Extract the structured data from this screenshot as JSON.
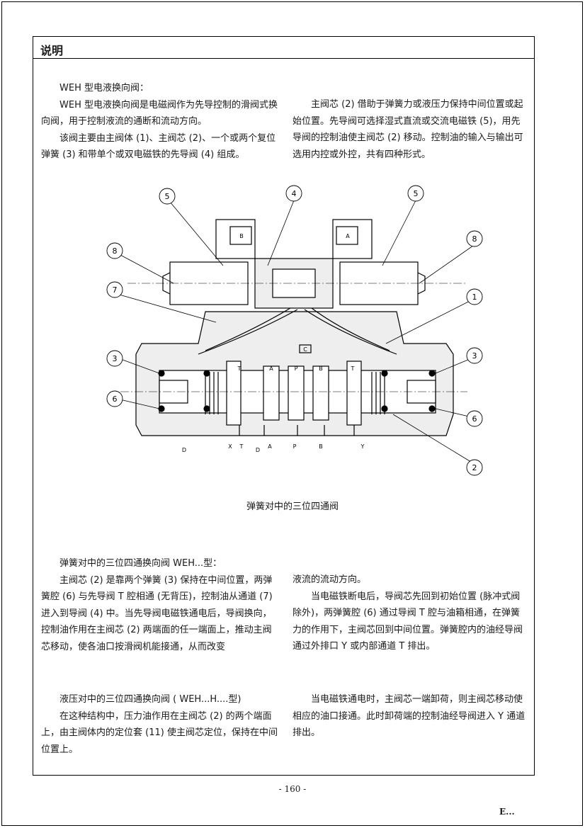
{
  "page": {
    "section_title": "说明",
    "page_number": "- 160 -",
    "corner_mark": "E..."
  },
  "intro": {
    "heading": "WEH 型电液换向阀：",
    "left_p1": "WEH 型电液换向阀是电磁阀作为先导控制的滑阀式换向阀，用于控制液流的通断和流动方向。",
    "left_p2": "该阀主要由主阀体 (1)、主阀芯 (2)、一个或两个复位弹簧 (3) 和带单个或双电磁铁的先导阀 (4) 组成。",
    "right_p1": "主阀芯 (2) 借助于弹簧力或液压力保持中间位置或起始位置。先导阀可选择湿式直流或交流电磁铁 (5)，用先导阀的控制油使主阀芯 (2) 移动。控制油的输入与输出可选用内控或外控，共有四种形式。"
  },
  "diagram": {
    "caption": "弹簧对中的三位四通阀",
    "callouts": [
      "5",
      "4",
      "5",
      "8",
      "8",
      "7",
      "1",
      "3",
      "3",
      "6",
      "6",
      "2"
    ],
    "solenoid_labels": [
      "B",
      "A"
    ],
    "chamber_labels": [
      "T",
      "A",
      "P",
      "B",
      "T"
    ],
    "port_labels": [
      "D",
      "X",
      "T",
      "D",
      "A",
      "P",
      "B",
      "Y"
    ],
    "channel_label": "C"
  },
  "spring_section": {
    "heading": "弹簧对中的三位四通换向阀  WEH...型：",
    "left_p1": "主阀芯 (2) 是靠两个弹簧 (3) 保持在中间位置，两弹簧腔 (6) 与先导阀 T 腔相通 (无背压)，控制油从通道 (7) 进入到导阀 (4) 中。当先导阀电磁铁通电后，导阀换向，控制油作用在主阀芯 (2) 两端面的任一端面上，推动主阀芯移动，使各油口按滑阀机能接通，从而改变",
    "right_p1": "液流的流动方向。",
    "right_p2": "当电磁铁断电后，导阀芯先回到初始位置 (脉冲式阀除外)，两弹簧腔 (6) 通过导阀 T 腔与油箱相通，在弹簧力的作用下，主阀芯回到中间位置。弹簧腔内的油经导阀通过外排口 Y 或内部通道 T 排出。"
  },
  "hydraulic_section": {
    "heading": "液压对中的三位四通换向阀  ( WEH...H....型)",
    "left_p1": "在这种结构中，压力油作用在主阀芯 (2) 的两个端面上，由主阀体内的定位套 (11) 使主阀芯定位，保持在中间位置上。",
    "right_p1": "当电磁铁通电时，主阀芯一端卸荷，则主阀芯移动使相应的油口接通。此时卸荷端的控制油经导阀进入 Y 通道排出。"
  }
}
